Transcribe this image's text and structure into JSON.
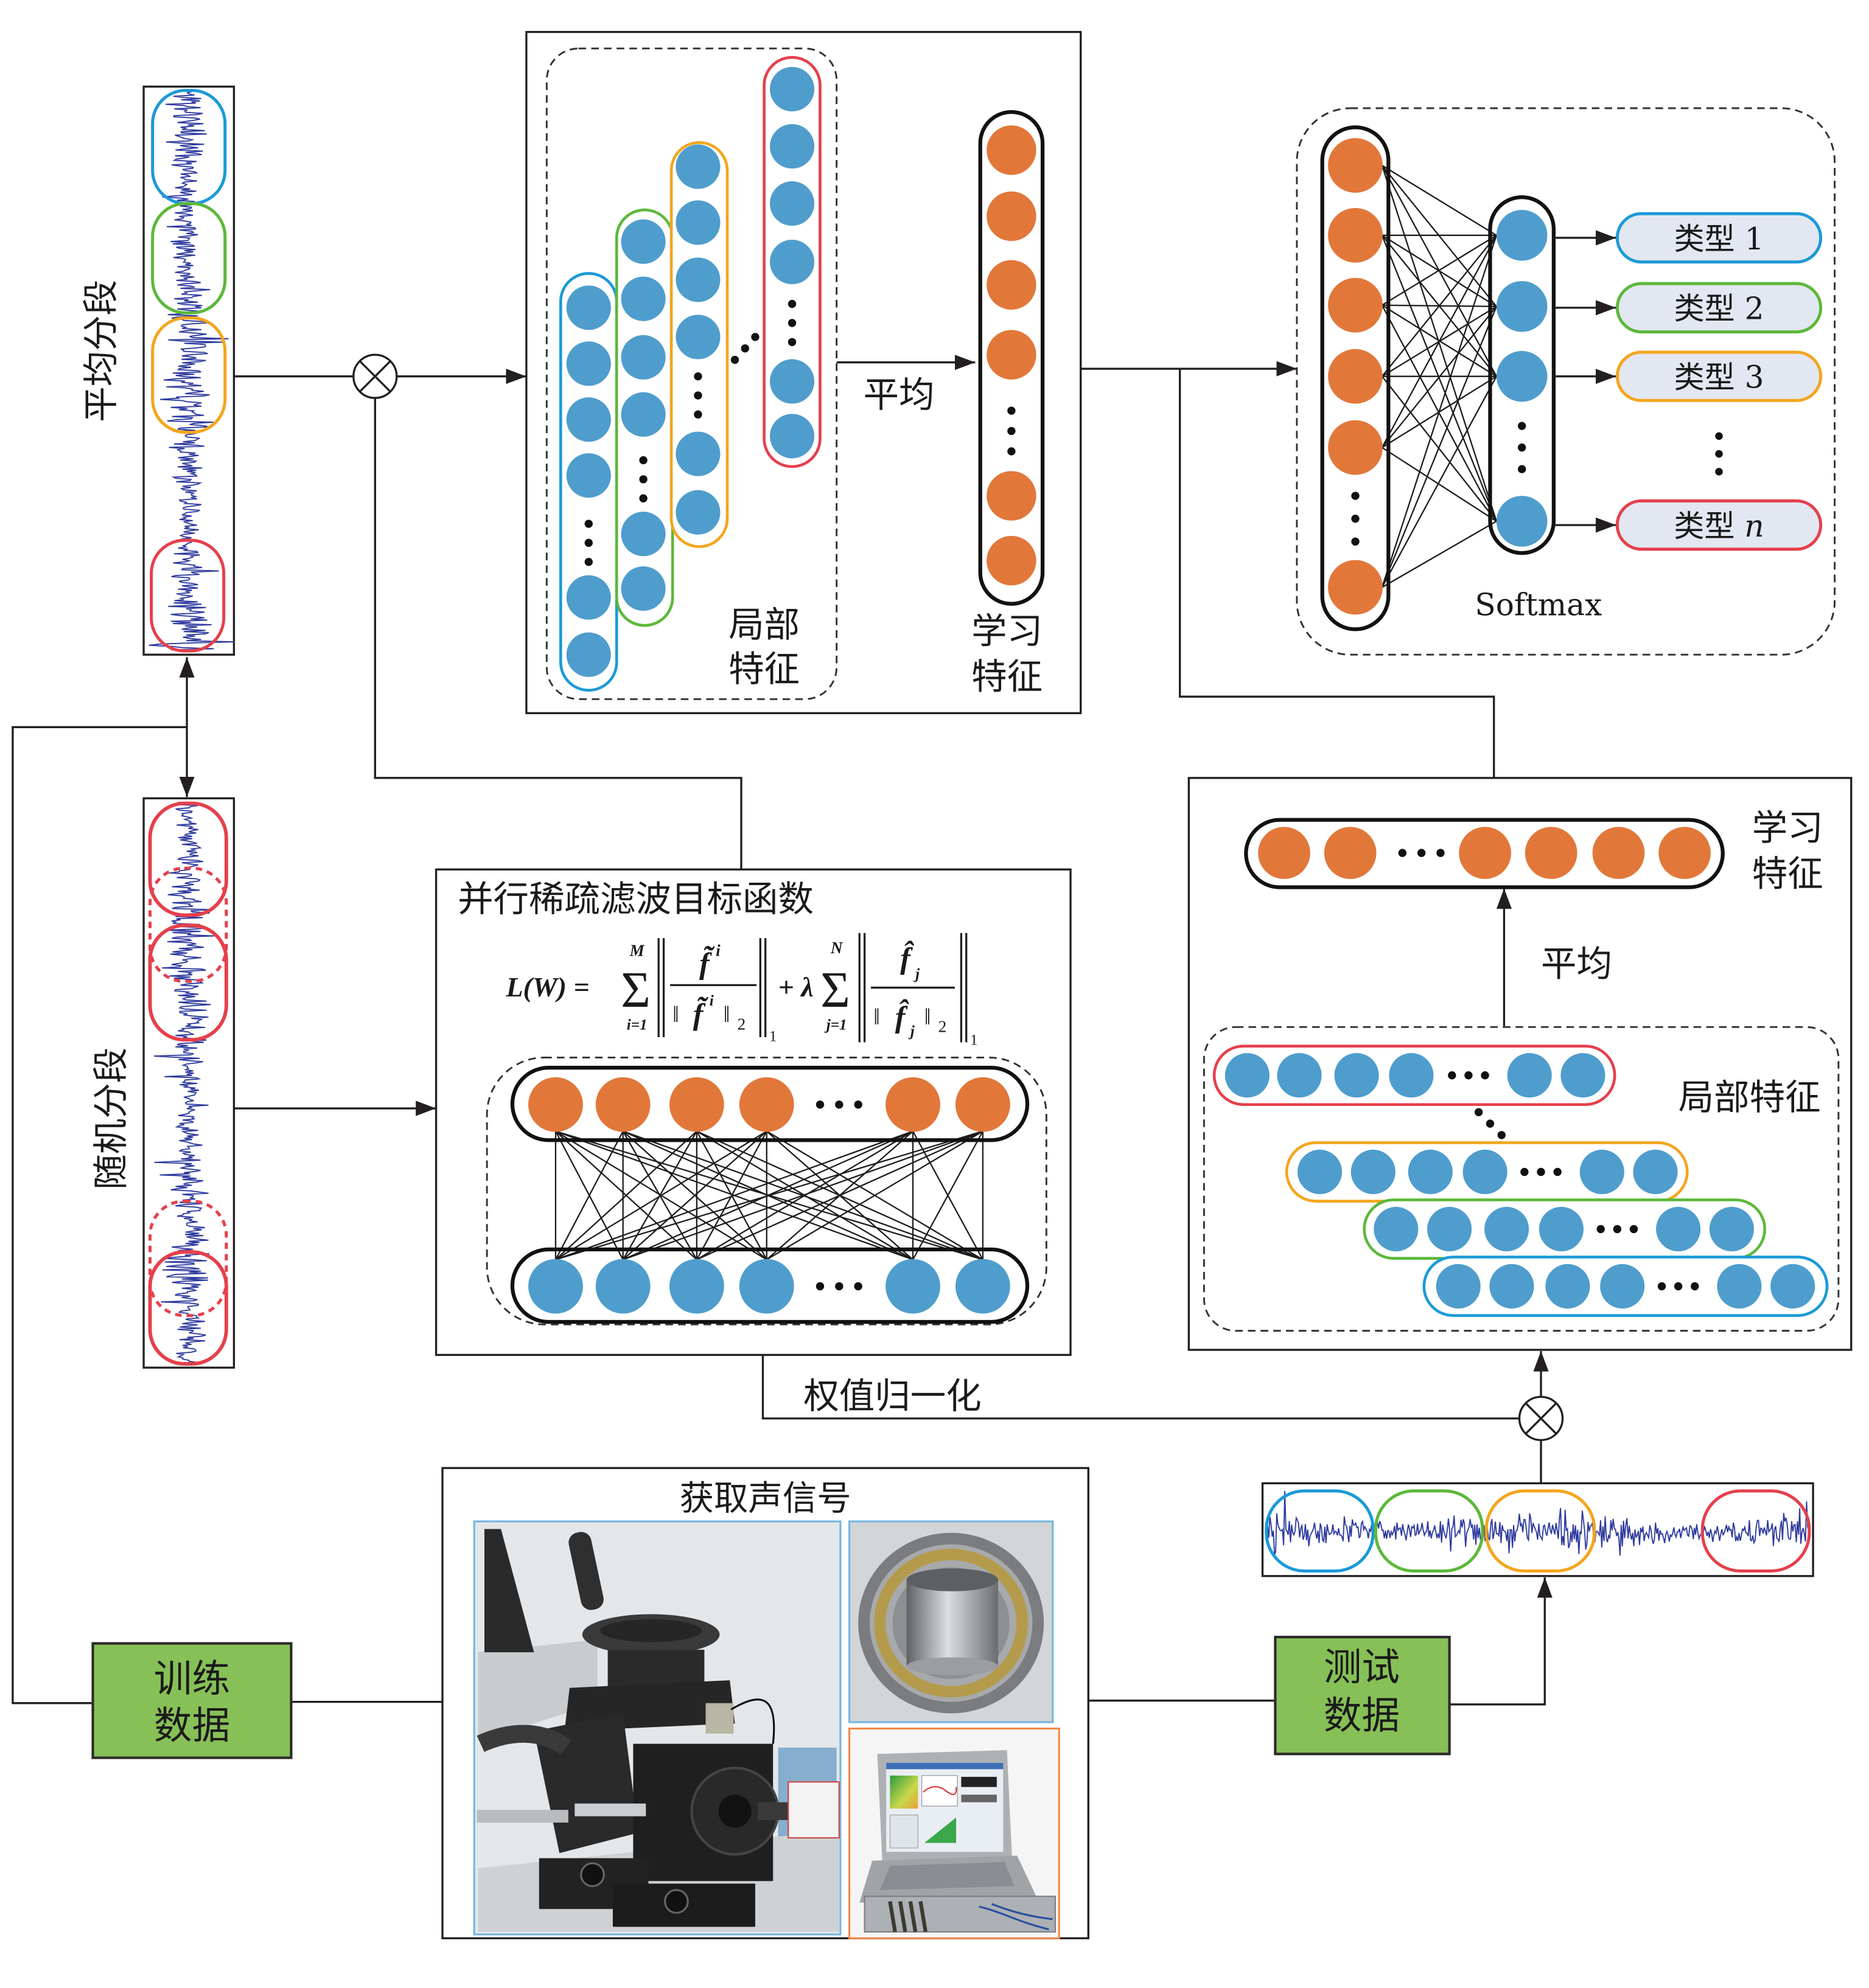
{
  "palette": {
    "node_blue": "#4f9dcc",
    "node_orange": "#e2773a",
    "waveform": "#2e3a9e",
    "segment_blue": "#1b9ad7",
    "segment_green": "#5cb83a",
    "segment_orange": "#f4a51d",
    "segment_red": "#e5404c",
    "data_box_green": "#87c057",
    "type_box_fill": "#e3e7f1",
    "line": "#231f20",
    "photo_frame_blue": "#74b6e2",
    "photo_frame_orange": "#f08a4b"
  },
  "left_column": {
    "even_segmentation_label": "平均分段",
    "random_segmentation_label": "随机分段"
  },
  "feature_learning_panel": {
    "average_label": "平均",
    "local_features_label": [
      "局部",
      "特征"
    ],
    "learned_features_label": [
      "学习",
      "特征"
    ]
  },
  "classifier_panel": {
    "softmax_label": "Softmax",
    "types": [
      {
        "prefix": "类型",
        "index": "1",
        "italic": false,
        "color_key": "segment_blue"
      },
      {
        "prefix": "类型",
        "index": "2",
        "italic": false,
        "color_key": "segment_green"
      },
      {
        "prefix": "类型",
        "index": "3",
        "italic": false,
        "color_key": "segment_orange"
      },
      {
        "prefix": "类型",
        "index": "n",
        "italic": true,
        "color_key": "segment_red"
      }
    ]
  },
  "objective_panel": {
    "title": "并行稀疏滤波目标函数",
    "formula": {
      "text": "L(W) = Σ_{i=1}^{M} ‖ f̃^i / ‖f̃^i‖_2 ‖_1 + λ Σ_{j=1}^{N} ‖ f̂_j / ‖f̂_j‖_2 ‖_1",
      "lhs": "L(W) =",
      "sum1": {
        "symbol": "Σ",
        "upper": "M",
        "lower": "i=1",
        "numerator": "f̃",
        "numerator_sup": "i",
        "denominator": "f̃",
        "denominator_sup": "i",
        "inner_norm_sub": "2",
        "outer_norm_sub": "1"
      },
      "coefficient": "+ λ",
      "sum2": {
        "symbol": "Σ",
        "upper": "N",
        "lower": "j=1",
        "numerator": "f̂",
        "numerator_sub": "j",
        "denominator": "f̂",
        "denominator_sub": "j",
        "inner_norm_sub": "2",
        "outer_norm_sub": "1"
      },
      "norm_bar": "‖"
    }
  },
  "weight_normalization_label": "权值归一化",
  "acquisition_panel": {
    "title": "获取声信号"
  },
  "training_data_label": [
    "训练",
    "数据"
  ],
  "test_data_label": [
    "测试",
    "数据"
  ],
  "test_panel": {
    "learned_features_label": [
      "学习",
      "特征"
    ],
    "average_label": "平均",
    "local_features_label": "局部特征"
  }
}
